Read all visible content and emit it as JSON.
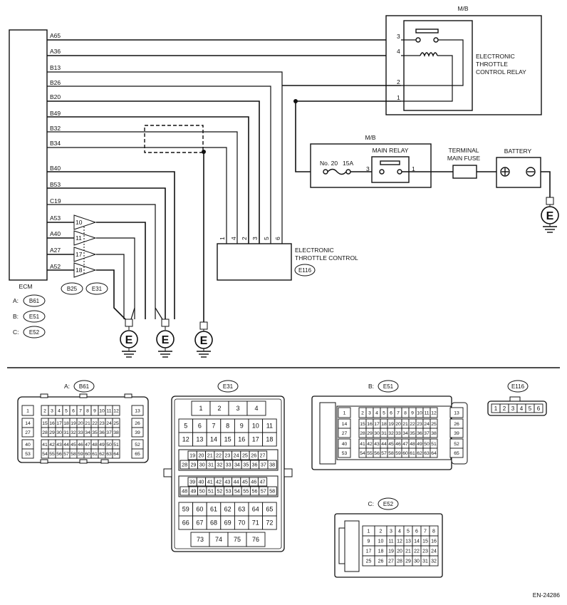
{
  "ecm": {
    "label": "ECM",
    "pins": [
      "A65",
      "A36",
      "B13",
      "B26",
      "B20",
      "B49",
      "B32",
      "B34",
      "B40",
      "B53",
      "C19",
      "A53",
      "A40",
      "A27",
      "A52"
    ],
    "connectors": [
      {
        "prefix": "A:",
        "name": "B61"
      },
      {
        "prefix": "B:",
        "name": "E51"
      },
      {
        "prefix": "C:",
        "name": "E52"
      }
    ]
  },
  "joint_connector": {
    "pins": [
      "10",
      "11",
      "17",
      "18"
    ],
    "names": [
      "B25",
      "E31"
    ]
  },
  "ground_symbol": "E",
  "mb_top": {
    "label": "M/B",
    "relay_name": [
      "ELECTRONIC",
      "THROTTLE",
      "CONTROL RELAY"
    ],
    "pins": [
      "3",
      "4",
      "2",
      "1"
    ]
  },
  "mb_main": {
    "label": "M/B",
    "fuse_label": "No. 20",
    "fuse_rating": "15A",
    "relay_name": "MAIN RELAY",
    "pins": [
      "3",
      "1"
    ]
  },
  "main_fuse": [
    "TERMINAL",
    "MAIN FUSE"
  ],
  "battery": "BATTERY",
  "etc": {
    "name": [
      "ELECTRONIC",
      "THROTTLE CONTROL"
    ],
    "connector": "E116",
    "pins": [
      "1",
      "4",
      "2",
      "3",
      "5",
      "6"
    ]
  },
  "connectors_view": {
    "b61": {
      "prefix": "A:",
      "name": "B61",
      "rows": [
        [
          "1",
          "2",
          "3",
          "4",
          "5",
          "6",
          "7",
          "8",
          "9",
          "10",
          "11",
          "12",
          "13"
        ],
        [
          "14",
          "15",
          "16",
          "17",
          "18",
          "19",
          "20",
          "21",
          "22",
          "23",
          "24",
          "25",
          "26"
        ],
        [
          "27",
          "28",
          "29",
          "30",
          "31",
          "32",
          "33",
          "34",
          "35",
          "36",
          "37",
          "38",
          "39"
        ],
        [
          "40",
          "41",
          "42",
          "43",
          "44",
          "45",
          "46",
          "47",
          "48",
          "49",
          "50",
          "51",
          "52"
        ],
        [
          "53",
          "54",
          "55",
          "56",
          "57",
          "58",
          "59",
          "60",
          "61",
          "62",
          "63",
          "64",
          "65"
        ]
      ]
    },
    "e31": {
      "name": "E31",
      "rows": [
        [
          "1",
          "2",
          "3",
          "4"
        ],
        [
          "5",
          "6",
          "7",
          "8",
          "9",
          "10",
          "11"
        ],
        [
          "12",
          "13",
          "14",
          "15",
          "16",
          "17",
          "18"
        ],
        [
          "19",
          "20",
          "21",
          "22",
          "23",
          "24",
          "25",
          "26",
          "27"
        ],
        [
          "28",
          "29",
          "30",
          "31",
          "32",
          "33",
          "34",
          "35",
          "36",
          "37",
          "38"
        ],
        [
          "39",
          "40",
          "41",
          "42",
          "43",
          "44",
          "45",
          "46",
          "47"
        ],
        [
          "48",
          "49",
          "50",
          "51",
          "52",
          "53",
          "54",
          "55",
          "56",
          "57",
          "58"
        ],
        [
          "59",
          "60",
          "61",
          "62",
          "63",
          "64",
          "65"
        ],
        [
          "66",
          "67",
          "68",
          "69",
          "70",
          "71",
          "72"
        ],
        [
          "73",
          "74",
          "75",
          "76"
        ]
      ]
    },
    "e51": {
      "prefix": "B:",
      "name": "E51",
      "rows": [
        [
          "1",
          "2",
          "3",
          "4",
          "5",
          "6",
          "7",
          "8",
          "9",
          "10",
          "11",
          "12",
          "13"
        ],
        [
          "14",
          "15",
          "16",
          "17",
          "18",
          "19",
          "20",
          "21",
          "22",
          "23",
          "24",
          "25",
          "26"
        ],
        [
          "27",
          "28",
          "29",
          "30",
          "31",
          "32",
          "33",
          "34",
          "35",
          "36",
          "37",
          "38",
          "39"
        ],
        [
          "40",
          "41",
          "42",
          "43",
          "44",
          "45",
          "46",
          "47",
          "48",
          "49",
          "50",
          "51",
          "52"
        ],
        [
          "53",
          "54",
          "55",
          "56",
          "57",
          "58",
          "59",
          "60",
          "61",
          "62",
          "63",
          "64",
          "65"
        ]
      ]
    },
    "e116": {
      "name": "E116",
      "pins": [
        "1",
        "2",
        "3",
        "4",
        "5",
        "6"
      ]
    },
    "e52": {
      "prefix": "C:",
      "name": "E52",
      "rows": [
        [
          "1",
          "2",
          "3",
          "4",
          "5",
          "6",
          "7",
          "8"
        ],
        [
          "9",
          "10",
          "11",
          "12",
          "13",
          "14",
          "15",
          "16"
        ],
        [
          "17",
          "18",
          "19",
          "20",
          "21",
          "22",
          "23",
          "24"
        ],
        [
          "25",
          "26",
          "27",
          "28",
          "29",
          "30",
          "31",
          "32"
        ]
      ]
    }
  },
  "figure_code": "EN-24286"
}
